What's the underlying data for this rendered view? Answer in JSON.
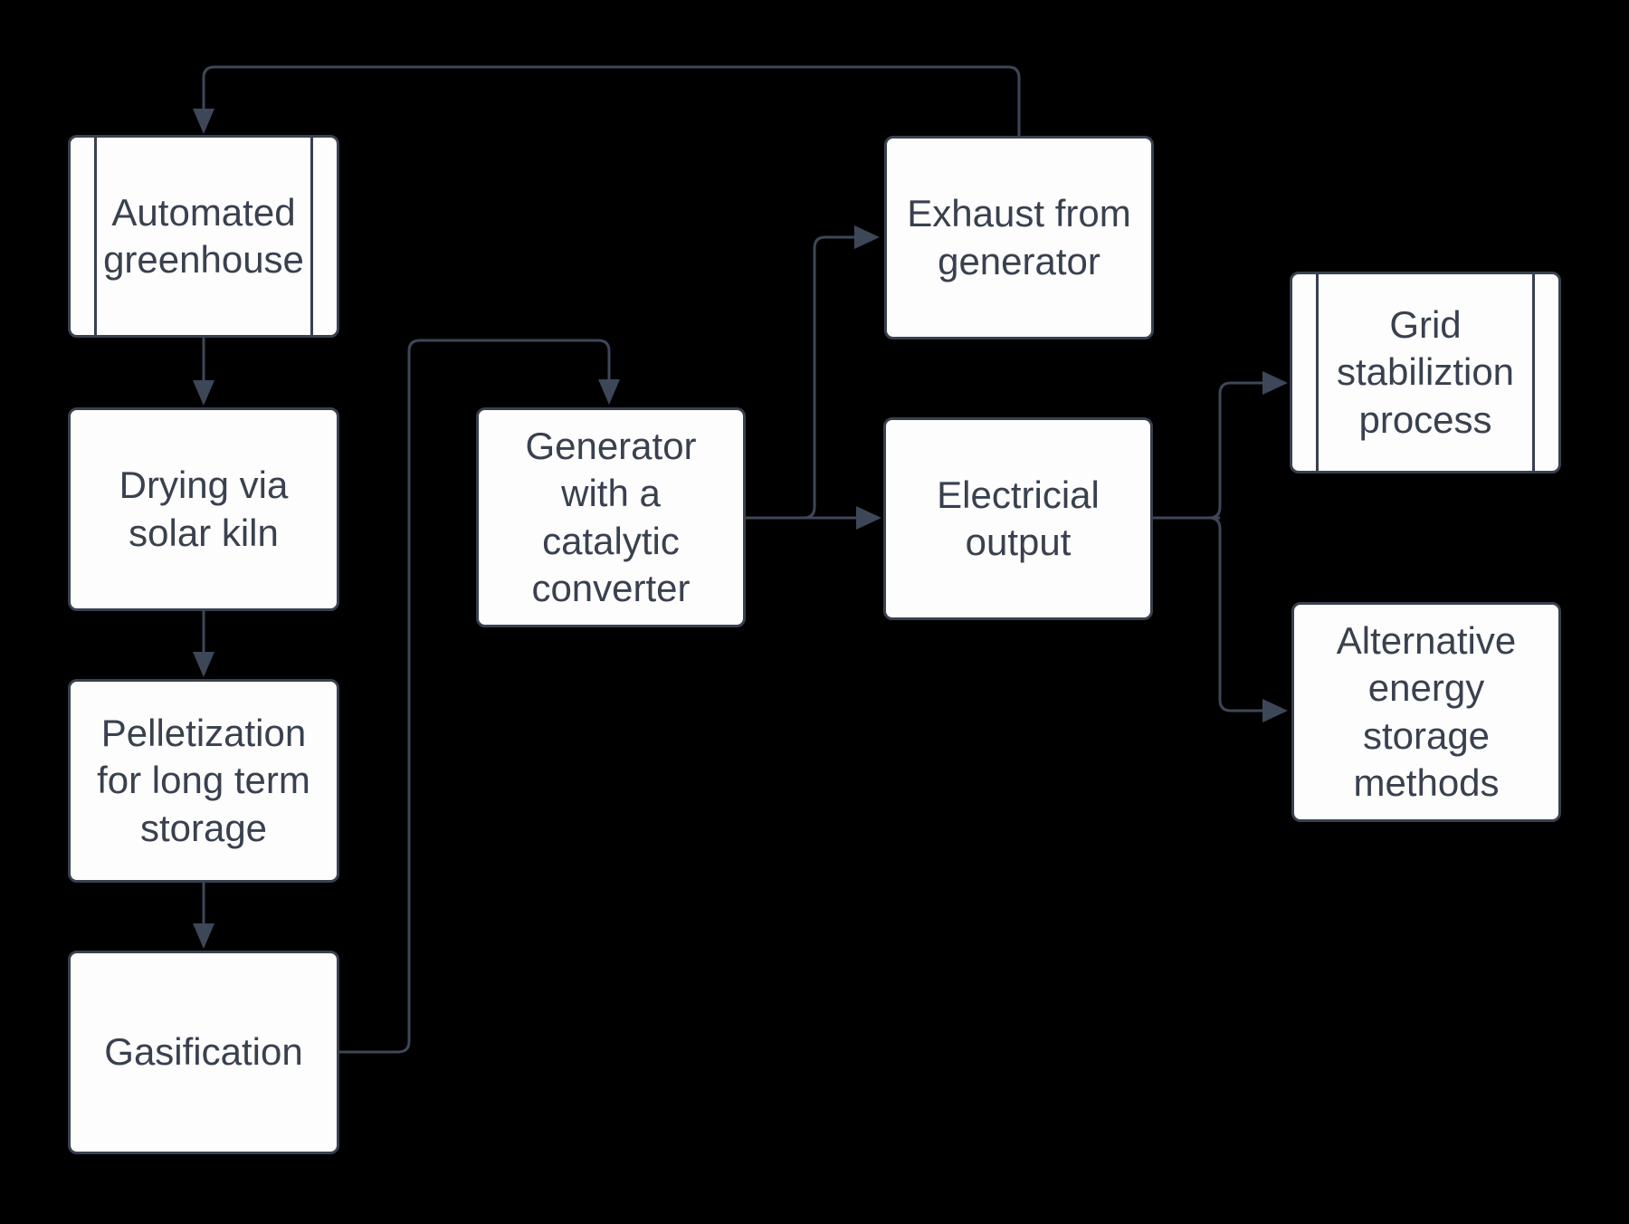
{
  "diagram": {
    "type": "flowchart",
    "colors": {
      "background": "#000000",
      "node_fill": "#fdfdfd",
      "node_border": "#39414f",
      "node_text": "#39414f",
      "connector": "#3d4757"
    },
    "nodes": [
      {
        "id": "automated-greenhouse",
        "shape": "predefined-process",
        "label": "Automated\ngreenhouse"
      },
      {
        "id": "drying-solar-kiln",
        "shape": "process",
        "label": "Drying via\nsolar kiln"
      },
      {
        "id": "pelletization",
        "shape": "process",
        "label": "Pelletization\nfor long term\nstorage"
      },
      {
        "id": "gasification",
        "shape": "process",
        "label": "Gasification"
      },
      {
        "id": "generator-catalytic-converter",
        "shape": "process",
        "label": "Generator\nwith a\ncatalytic\nconverter"
      },
      {
        "id": "exhaust-from-generator",
        "shape": "process",
        "label": "Exhaust from\ngenerator"
      },
      {
        "id": "electrical-output",
        "shape": "process",
        "label": "Electricial\noutput"
      },
      {
        "id": "grid-stabilization-process",
        "shape": "predefined-process",
        "label": "Grid\nstabiliztion\nprocess"
      },
      {
        "id": "alternative-energy-storage",
        "shape": "process",
        "label": "Alternative\nenergy\nstorage\nmethods"
      }
    ],
    "edges": [
      {
        "from": "automated-greenhouse",
        "to": "drying-solar-kiln"
      },
      {
        "from": "drying-solar-kiln",
        "to": "pelletization"
      },
      {
        "from": "pelletization",
        "to": "gasification"
      },
      {
        "from": "gasification",
        "to": "generator-catalytic-converter"
      },
      {
        "from": "generator-catalytic-converter",
        "to": "exhaust-from-generator"
      },
      {
        "from": "generator-catalytic-converter",
        "to": "electrical-output"
      },
      {
        "from": "exhaust-from-generator",
        "to": "automated-greenhouse"
      },
      {
        "from": "electrical-output",
        "to": "grid-stabilization-process"
      },
      {
        "from": "electrical-output",
        "to": "alternative-energy-storage"
      }
    ]
  }
}
